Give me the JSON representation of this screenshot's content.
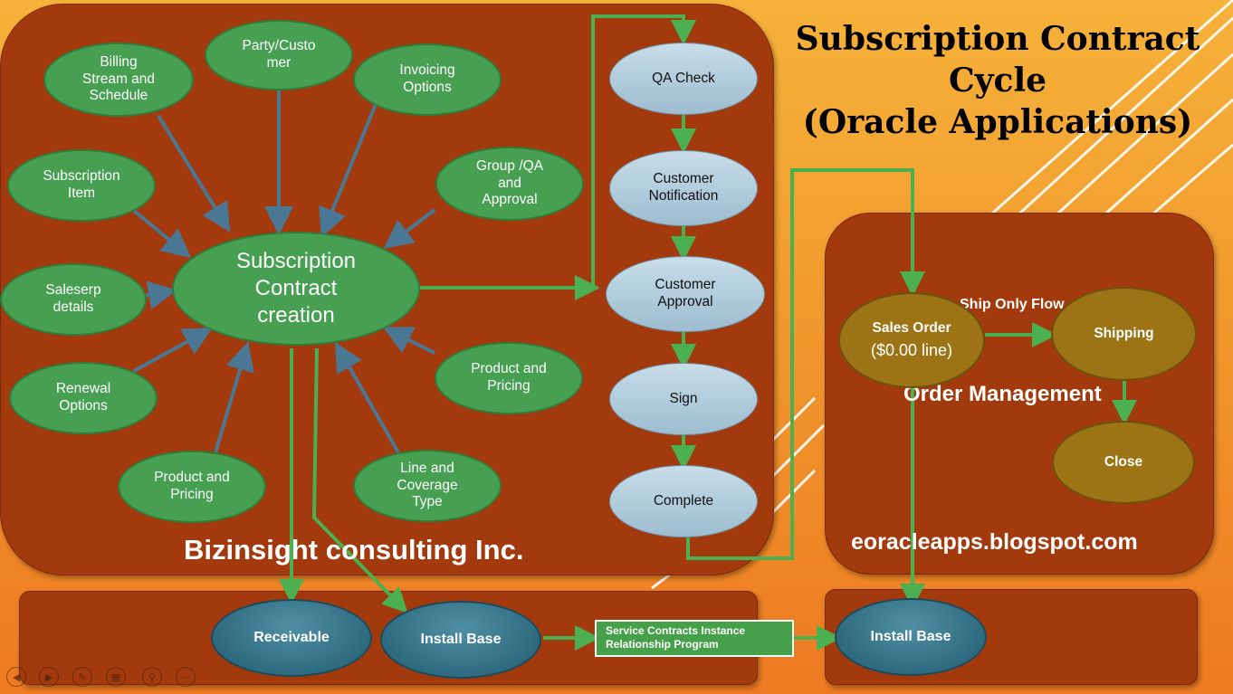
{
  "title": "Subscription Contract\nCycle\n(Oracle Applications)",
  "main_panel": {
    "center": "Subscription\nContract\ncreation",
    "footer": "Bizinsight consulting Inc.",
    "inputs": [
      "Billing\nStream and\nSchedule",
      "Party/Custo\nmer",
      "Invoicing\nOptions",
      "Subscription\nItem",
      "Group /QA\nand\nApproval",
      "Saleserp\ndetails",
      "Renewal\nOptions",
      "Product and\nPricing",
      "Product and\nPricing",
      "Line and\nCoverage\nType"
    ]
  },
  "approval_flow": [
    "QA Check",
    "Customer\nNotification",
    "Customer\nApproval",
    "Sign",
    "Complete"
  ],
  "order_management": {
    "label": "Order Management",
    "flow_label": "Ship Only Flow",
    "sales_order": "Sales Order",
    "sales_order_sub": "($0.00 line)",
    "shipping": "Shipping",
    "close": "Close",
    "website": "eoracleapps.blogspot.com"
  },
  "bottom": {
    "receivable": "Receivable",
    "install_base": "Install Base",
    "service_program": "Service Contracts Instance\n Relationship Program",
    "install_base_right": "Install Base"
  },
  "colors": {
    "panel": "#a23a0e",
    "green_node": "#47a052",
    "connector_green": "#4caf50",
    "arrow_steel": "#4a7894",
    "om_node": "#9c7416",
    "teal_node": "#2f6b80"
  },
  "nav_icons": [
    "prev-icon",
    "next-icon",
    "pen-icon",
    "slides-icon",
    "zoom-icon",
    "more-icon"
  ]
}
